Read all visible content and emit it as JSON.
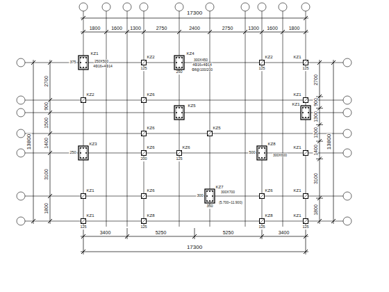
{
  "diagram": {
    "labels": [
      "17300",
      "1800",
      "1600",
      "1300",
      "2750",
      "2400",
      "2750",
      "1300",
      "1600",
      "1800",
      "3400",
      "5250",
      "5250",
      "3400",
      "17300",
      "13800",
      "2700",
      "900",
      "1500",
      "1400",
      "3100",
      "1800",
      "13800",
      "2700",
      "900",
      "1300",
      "1300",
      "1400",
      "3100",
      "1800",
      "KZ1",
      "KZ2",
      "KZ4",
      "KZ2",
      "KZ1",
      "KZ2",
      "KZ6",
      "KZ1",
      "KZ5",
      "KZ1",
      "KZ5",
      "KZ6",
      "KZ3",
      "KZ6",
      "KZ6",
      "KZ8",
      "KZ1",
      "KZ1",
      "KZ6",
      "KZ7",
      "KZ6",
      "KZ1",
      "KZ1",
      "KZ8",
      "KZ8",
      "KZ1",
      "125",
      "125",
      "125",
      "375",
      "250",
      "200",
      "125",
      "350",
      "500",
      "300",
      "125",
      "125",
      "125",
      "125",
      "250",
      "250X500",
      "4Φ16+4Φ14",
      "300X450",
      "4Φ16+4Φ14",
      "Φ8@100/200",
      "300X700",
      "(5.700~11.900)",
      "300X600"
    ]
  }
}
